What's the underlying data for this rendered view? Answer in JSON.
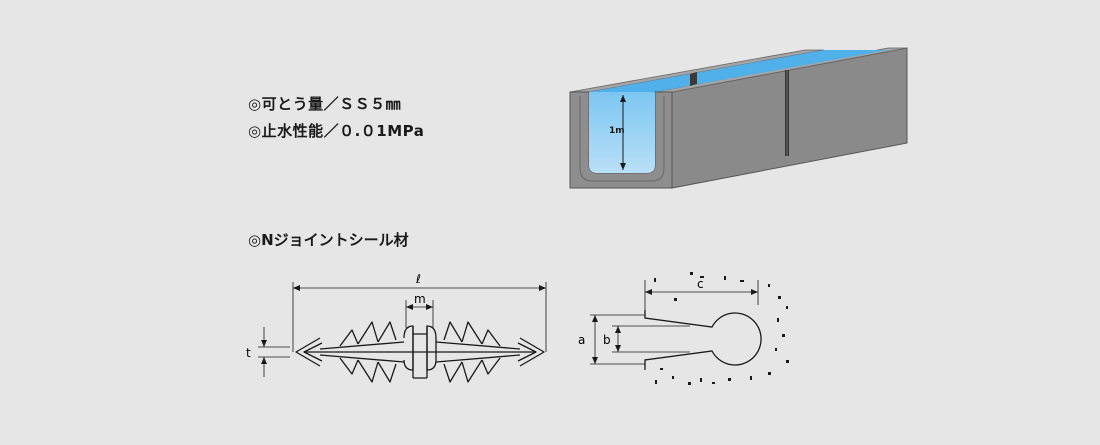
{
  "specs": {
    "flexibility": "◎可とう量／ＳＳ５㎜",
    "waterproof": "◎止水性能／０.０1MPa"
  },
  "material_title": "◎Nジョイントシール材",
  "channel": {
    "water_depth_label": "1m"
  },
  "dims": {
    "l": "ℓ",
    "m": "m",
    "t": "t",
    "a": "a",
    "b": "b",
    "c": "c"
  },
  "colors": {
    "background": "#e6e6e6",
    "concrete": "#8e8e8e",
    "water": "#5ab4ea",
    "line": "#1a1a1a"
  }
}
